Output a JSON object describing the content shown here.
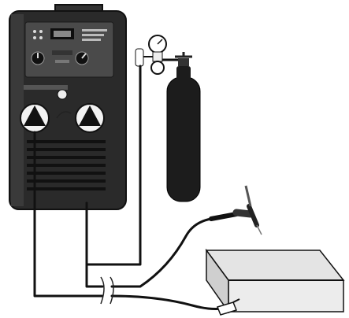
{
  "diagram": {
    "components": [
      {
        "name": "welding-machine",
        "icon": "tig-welder-icon"
      },
      {
        "name": "gas-cylinder",
        "icon": "gas-cylinder-icon"
      },
      {
        "name": "pressure-regulator",
        "icon": "gauge-icon"
      },
      {
        "name": "tig-torch",
        "icon": "torch-icon"
      },
      {
        "name": "workpiece",
        "icon": "metal-plates-icon"
      },
      {
        "name": "ground-clamp",
        "icon": "clamp-icon"
      }
    ],
    "colors": {
      "machine_body": "#2a2a2a",
      "machine_panel": "#4a4a4a",
      "cylinder": "#1c1c1c",
      "cable": "#111111",
      "plate": "#e4e4e4"
    }
  }
}
